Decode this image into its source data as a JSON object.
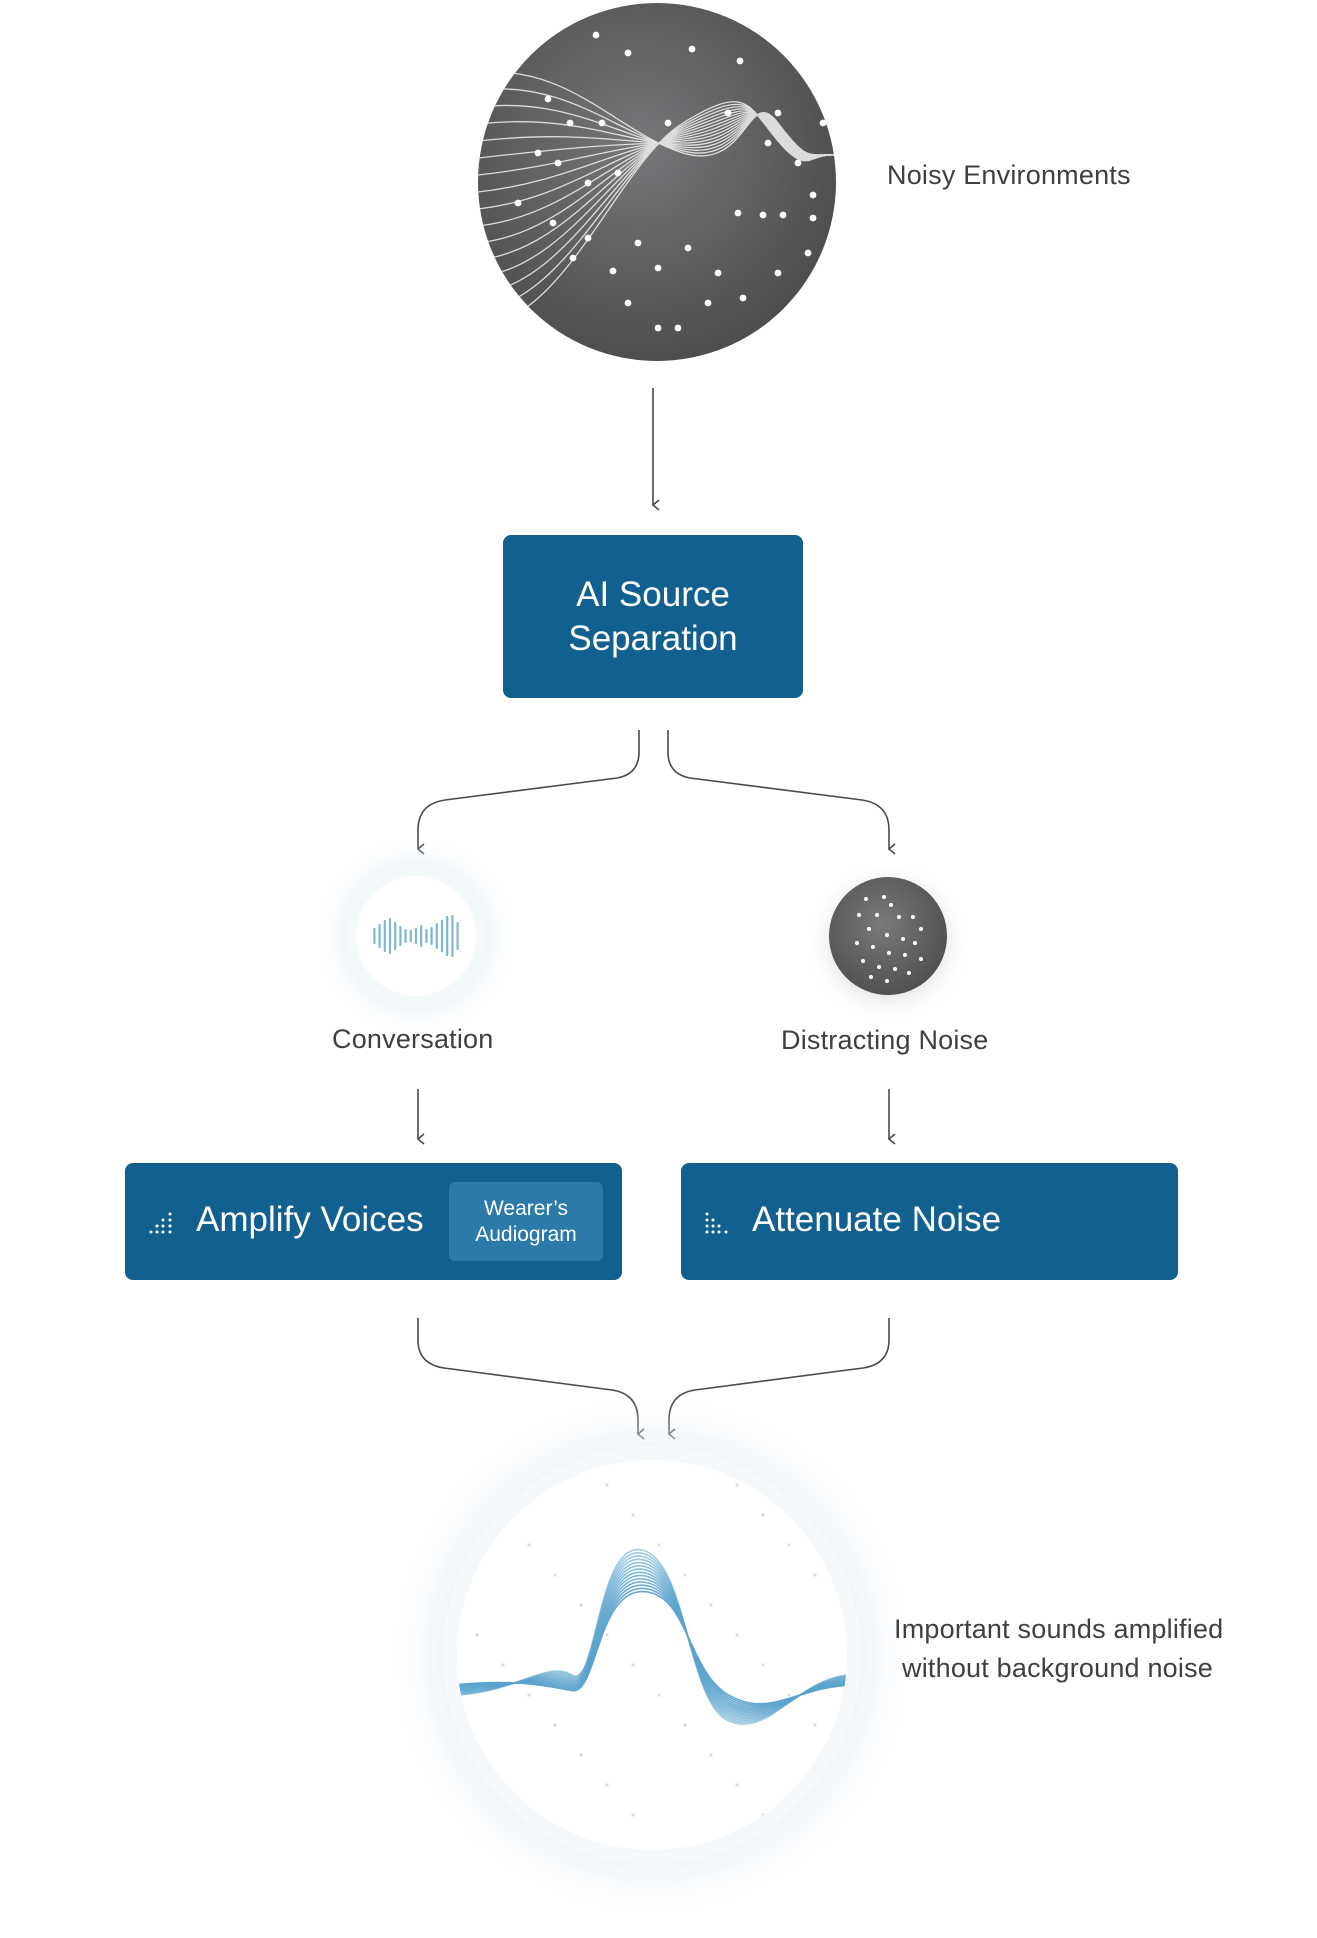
{
  "colors": {
    "box_fill": "#12608f",
    "chip_fill": "#2b7aa9",
    "noise_circle": "#58585a",
    "wave_blue": "#5aa3cc",
    "connector": "#4a4a4a"
  },
  "icons": {
    "noisy": "noise-wave-circle-icon",
    "conversation": "voice-waveform-icon",
    "distracting": "noise-dots-circle-icon",
    "amplify": "ascending-dots-icon",
    "attenuate": "descending-dots-icon",
    "result": "clean-wave-circle-icon"
  },
  "nodes": {
    "noisy_env": {
      "label": "Noisy Environments"
    },
    "source_sep": {
      "lines": [
        "AI Source",
        "Separation"
      ]
    },
    "conversation": {
      "label": "Conversation"
    },
    "distracting": {
      "label": "Distracting Noise"
    },
    "amplify": {
      "label": "Amplify Voices",
      "chip_lines": [
        "Wearer’s",
        "Audiogram"
      ]
    },
    "attenuate": {
      "label": "Attenuate Noise"
    },
    "result": {
      "lines": [
        "Important sounds amplified",
        "without background noise"
      ]
    }
  }
}
